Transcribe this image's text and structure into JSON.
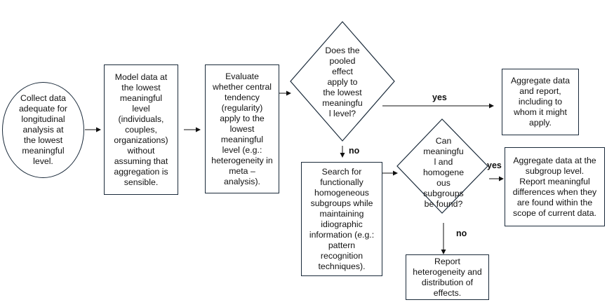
{
  "nodes": {
    "collect": "Collect data\nadequate for\nlongitudinal\nanalysis at\nthe lowest\nmeaningful\nlevel.",
    "model": "Model data at\nthe lowest\nmeaningful\nlevel\n(individuals,\ncouples,\norganizations)\nwithout\nassuming that\naggregation is\nsensible.",
    "evaluate": "Evaluate\nwhether central\ntendency\n(regularity)\napply to the\nlowest\nmeaningful\nlevel (e.g.:\nheterogeneity in\nmeta –\nanalysis).",
    "pooled_question": "Does the\npooled\neffect\napply to\nthe lowest\nmeaningfu\nl level?",
    "aggregate_report": "Aggregate data\nand report,\nincluding to\nwhom it might\napply.",
    "search": "Search for\nfunctionally\nhomogeneous\nsubgroups while\nmaintaining\nidiographic\ninformation (e.g.:\npattern\nrecognition\ntechniques).",
    "subgroup_question": "Can\nmeaningfu\nl and\nhomogene\nous\nsubgroups\nbe found?",
    "aggregate_subgroup": "Aggregate data at the\nsubgroup level.\nReport meaningful\ndifferences when they\nare found within the\nscope of current data.",
    "report_heterogeneity": "Report\nheterogeneity and\ndistribution of\neffects."
  },
  "edge_labels": {
    "pooled_yes": "yes",
    "pooled_no": "no",
    "subgroup_yes": "yes",
    "subgroup_no": "no"
  }
}
